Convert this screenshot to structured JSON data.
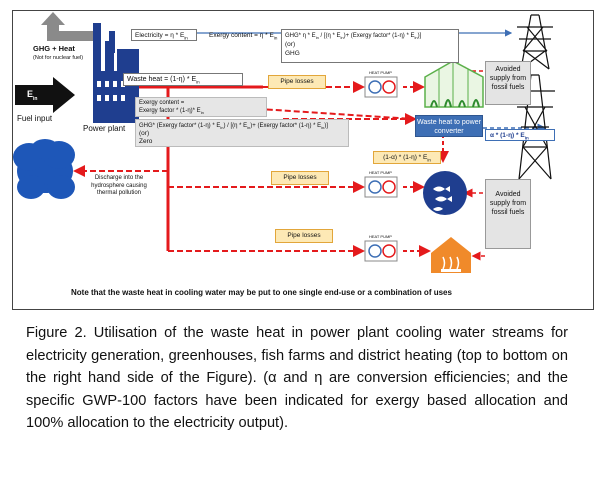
{
  "diagram": {
    "ghg_heat": "GHG + Heat",
    "ghg_heat_note": "(Not for nuclear fuel)",
    "ein": "E",
    "ein_sub": "in",
    "fuel_input": "Fuel input",
    "power_plant": "Power plant",
    "electricity": "Electricity = η * E",
    "electricity_sub": "in",
    "exergy_top": "Exergy content = η * E",
    "exergy_top_sub": "in",
    "ghg_top_1": "GHG* η * E",
    "ghg_top_1b": " / [(η * E",
    "ghg_top_1c": ")+ (Exergy factor* (1-η) * E",
    "ghg_top_1d": ")]",
    "ghg_top_or": "(or)",
    "ghg_top_2": "GHG",
    "waste_heat": "Waste heat = (1-η) * E",
    "waste_heat_sub": "in",
    "pipe_losses_1": "Pipe losses",
    "pipe_losses_2": "Pipe losses",
    "pipe_losses_3": "Pipe losses",
    "exergy_mid_1": "Exergy content =",
    "exergy_mid_2": "Exergy factor * (1-η)* E",
    "exergy_mid_2_sub": "in",
    "ghg_mid_1": "GHG* (Exergy factor* (1-η) * E",
    "ghg_mid_1b": ") / [(η * E",
    "ghg_mid_1c": ")+ (Exergy factor* (1-η) * E",
    "ghg_mid_1d": ")]",
    "ghg_mid_or": "(or)",
    "ghg_mid_2": "Zero",
    "discharge": "Discharge into the hydrosphere causing thermal pollution",
    "heat_pump_1": "HEAT PUMP",
    "heat_pump_2": "HEAT PUMP",
    "heat_pump_3": "HEAT PUMP",
    "waste_heat_power": "Waste heat to power converter",
    "alpha_formula": "α * (1-η) * E",
    "alpha_formula_sub": "in",
    "one_minus_formula": "(1-α) * (1-η) * E",
    "one_minus_formula_sub": "in",
    "avoided_1": "Avoided supply from fossil fuels",
    "avoided_2": "Avoided supply from fossil fuels",
    "note": "Note that the waste heat in cooling water may be put to one single end-use or a combination of uses"
  },
  "caption": {
    "figure_label": "Figure 2.",
    "text": " Utilisation of the waste heat in power plant cooling water streams for electricity generation, greenhouses, fish farms and district heating (top to bottom on the right hand side of the Figure). (α and η are conversion efficiencies; and the specific GWP-100 factors have been indicated for exergy based allocation and 100% allocation to the electricity output)."
  },
  "colors": {
    "red_flow": "#e41a1c",
    "blue_flow": "#3e6fb5",
    "plant_blue": "#1f3e8f",
    "pipe_box": "#fde9b5",
    "gray_box": "#e6e6e6",
    "green_house": "#5bb04a"
  }
}
